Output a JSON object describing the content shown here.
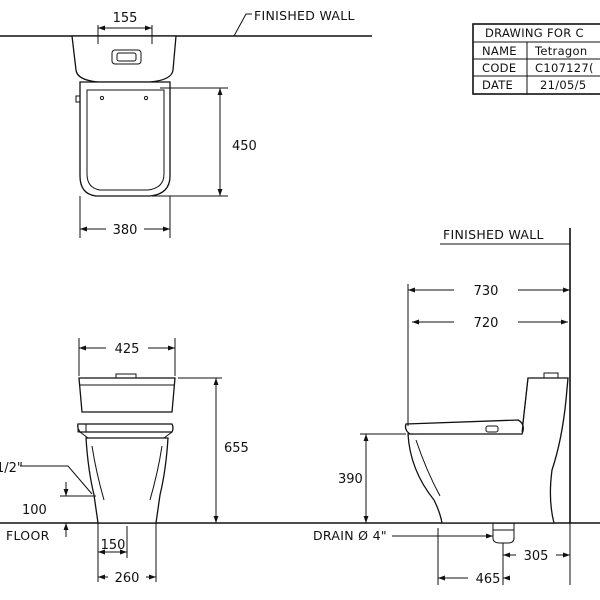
{
  "labels": {
    "finished_wall_top": "FINISHED WALL",
    "finished_wall_side": "FINISHED WALL",
    "floor": "FLOOR",
    "drain": "DRAIN Ø 4\"",
    "pipe_partial": "1/2\""
  },
  "title_block": {
    "header": "DRAWING FOR C",
    "rows": [
      {
        "key": "NAME",
        "value": "Tetragon"
      },
      {
        "key": "CODE",
        "value": "C107127("
      },
      {
        "key": "DATE",
        "value": "21/05/5"
      }
    ]
  },
  "dimensions": {
    "top_width_tank": "155",
    "top_depth": "450",
    "top_width_bowl": "380",
    "front_width": "425",
    "front_height": "655",
    "front_inlet_height": "100",
    "front_base_inner": "150",
    "front_base_outer": "260",
    "side_length_total": "730",
    "side_length_bowl": "720",
    "side_seat_height": "390",
    "side_drain_from_wall": "305",
    "side_drain_to_front": "465"
  }
}
